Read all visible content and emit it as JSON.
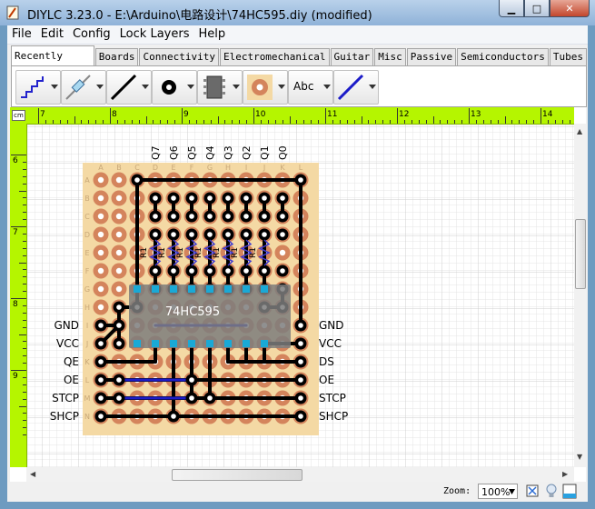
{
  "window": {
    "title": "DIYLC 3.23.0 - E:\\Arduino\\电路设计\\74HC595.diy  (modified)",
    "minimize": "▁",
    "maximize": "□",
    "close": "✕"
  },
  "menu": [
    "File",
    "Edit",
    "Config",
    "Lock Layers",
    "Help"
  ],
  "tabs": [
    "Recently Used",
    "Boards",
    "Connectivity",
    "Electromechanical",
    "Guitar",
    "Misc",
    "Passive",
    "Semiconductors",
    "Tubes"
  ],
  "active_tab": "Recently Used",
  "toolbar": {
    "tools": [
      {
        "icon": "jumper-wire-icon"
      },
      {
        "icon": "resistor-icon"
      },
      {
        "icon": "hookup-wire-icon"
      },
      {
        "icon": "pad-icon"
      },
      {
        "icon": "ic-dip-icon"
      },
      {
        "icon": "eyelet-icon"
      },
      {
        "icon": "label-icon",
        "label": "Abc"
      },
      {
        "icon": "trace-icon"
      }
    ]
  },
  "ruler": {
    "unit": "cm",
    "h_labels": [
      "7",
      "8",
      "9",
      "10",
      "11",
      "12",
      "13",
      "14"
    ],
    "v_labels": [
      "6",
      "7",
      "8",
      "9"
    ]
  },
  "board": {
    "column_letters": [
      "A",
      "B",
      "C",
      "D",
      "E",
      "F",
      "G",
      "H",
      "I",
      "J",
      "K",
      "L"
    ],
    "row_letters": [
      "A",
      "B",
      "C",
      "D",
      "E",
      "F",
      "G",
      "H",
      "I",
      "J",
      "K",
      "L",
      "M",
      "N"
    ],
    "chip_label": "74HC595",
    "top_labels": [
      "Q7",
      "Q6",
      "Q5",
      "Q4",
      "Q3",
      "Q2",
      "Q1",
      "Q0"
    ],
    "resistor_labels": [
      "R1",
      "R1",
      "R1",
      "R1",
      "R1",
      "R1",
      "R1"
    ],
    "left_labels": [
      "GND",
      "VCC",
      "QE",
      "OE",
      "STCP",
      "SHCP"
    ],
    "right_labels": [
      "GND",
      "VCC",
      "DS",
      "OE",
      "STCP",
      "SHCP"
    ],
    "colors": {
      "board": "#f4d9a4",
      "pad": "#d4845c",
      "wire": "#000000",
      "blue_wire": "#1c1cc8",
      "pin": "#1aa9d6",
      "chip": "#7d7d7d"
    }
  },
  "status": {
    "zoom_label": "Zoom:",
    "zoom_value": "100%",
    "icons": [
      "fit-to-screen-icon",
      "bulb-icon",
      "layer-icon"
    ]
  }
}
